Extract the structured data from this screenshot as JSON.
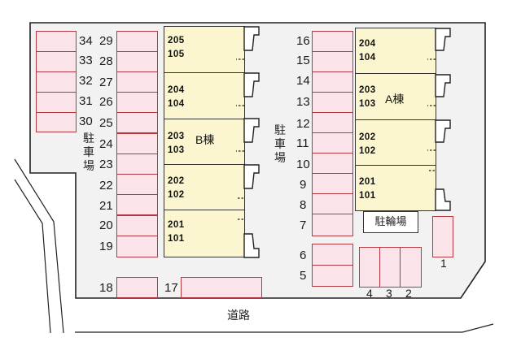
{
  "colors": {
    "lot_fill": "#f2f2f2",
    "parking_fill": "#fbe3ea",
    "parking_border": "#b5373f",
    "building_fill": "#fbf6cf",
    "outline": "#222222"
  },
  "labels": {
    "parking_left": [
      "駐",
      "車",
      "場"
    ],
    "parking_center": [
      "駐",
      "車",
      "場"
    ],
    "bicycle_parking": "駐輪場",
    "road": "道路",
    "building_a": "A棟",
    "building_b": "B棟"
  },
  "parking": {
    "column_far_left": [
      "34",
      "33",
      "32",
      "31",
      "30"
    ],
    "column_left": [
      "29",
      "28",
      "27",
      "26",
      "25",
      "24",
      "23",
      "22",
      "21",
      "20",
      "19"
    ],
    "column_right": [
      "16",
      "15",
      "14",
      "13",
      "12",
      "11",
      "10",
      "9",
      "8",
      "7"
    ],
    "pair_right": [
      "6",
      "5"
    ],
    "bottom_row": [
      "4",
      "3",
      "2"
    ],
    "single_right": "1",
    "bottom_left": [
      "18",
      "17"
    ]
  },
  "building_b": {
    "units": [
      {
        "upper": "205",
        "lower": "105"
      },
      {
        "upper": "204",
        "lower": "104"
      },
      {
        "upper": "203",
        "lower": "103"
      },
      {
        "upper": "202",
        "lower": "102"
      },
      {
        "upper": "201",
        "lower": "101"
      }
    ]
  },
  "building_a": {
    "units": [
      {
        "upper": "204",
        "lower": "104"
      },
      {
        "upper": "203",
        "lower": "103"
      },
      {
        "upper": "202",
        "lower": "102"
      },
      {
        "upper": "201",
        "lower": "101"
      }
    ]
  }
}
